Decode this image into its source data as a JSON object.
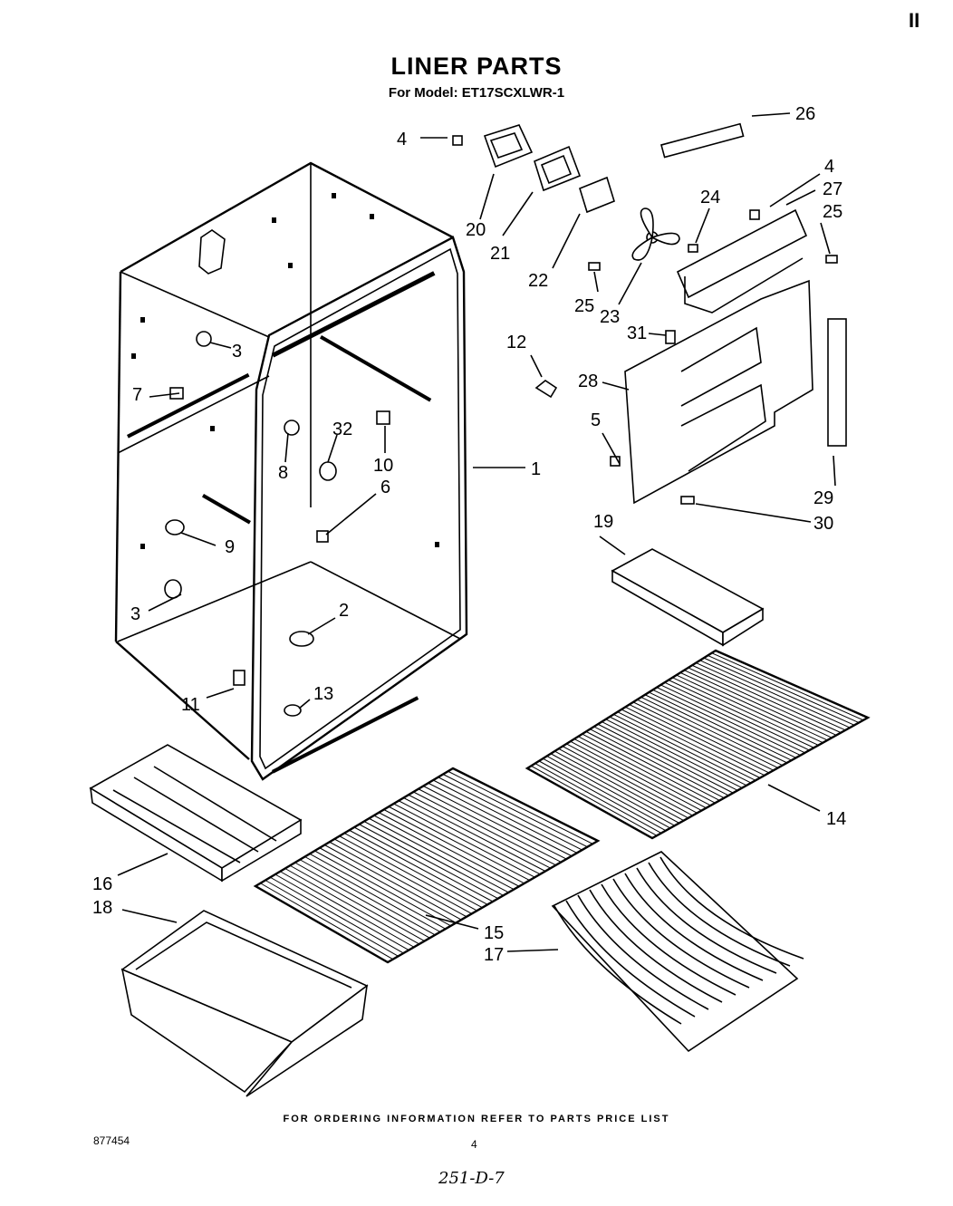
{
  "page": {
    "title": "LINER PARTS",
    "subtitle": "For Model: ET17SCXLWR-1",
    "corner_mark": "II",
    "footer": "FOR ORDERING INFORMATION REFER TO PARTS PRICE LIST",
    "doc_number": "877454",
    "page_number": "4",
    "handwritten_note": "251-D-7"
  },
  "callouts": [
    {
      "id": "c1",
      "label": "1"
    },
    {
      "id": "c2",
      "label": "2"
    },
    {
      "id": "c3a",
      "label": "3"
    },
    {
      "id": "c3b",
      "label": "3"
    },
    {
      "id": "c4a",
      "label": "4"
    },
    {
      "id": "c4b",
      "label": "4"
    },
    {
      "id": "c5",
      "label": "5"
    },
    {
      "id": "c6",
      "label": "6"
    },
    {
      "id": "c7",
      "label": "7"
    },
    {
      "id": "c8",
      "label": "8"
    },
    {
      "id": "c9",
      "label": "9"
    },
    {
      "id": "c10",
      "label": "10"
    },
    {
      "id": "c11",
      "label": "11"
    },
    {
      "id": "c12",
      "label": "12"
    },
    {
      "id": "c13",
      "label": "13"
    },
    {
      "id": "c14",
      "label": "14"
    },
    {
      "id": "c15",
      "label": "15"
    },
    {
      "id": "c16",
      "label": "16"
    },
    {
      "id": "c17",
      "label": "17"
    },
    {
      "id": "c18",
      "label": "18"
    },
    {
      "id": "c19",
      "label": "19"
    },
    {
      "id": "c20",
      "label": "20"
    },
    {
      "id": "c21",
      "label": "21"
    },
    {
      "id": "c22",
      "label": "22"
    },
    {
      "id": "c23",
      "label": "23"
    },
    {
      "id": "c24",
      "label": "24"
    },
    {
      "id": "c25a",
      "label": "25"
    },
    {
      "id": "c25b",
      "label": "25"
    },
    {
      "id": "c26",
      "label": "26"
    },
    {
      "id": "c27",
      "label": "27"
    },
    {
      "id": "c28",
      "label": "28"
    },
    {
      "id": "c29",
      "label": "29"
    },
    {
      "id": "c30",
      "label": "30"
    },
    {
      "id": "c31",
      "label": "31"
    },
    {
      "id": "c32",
      "label": "32"
    }
  ]
}
